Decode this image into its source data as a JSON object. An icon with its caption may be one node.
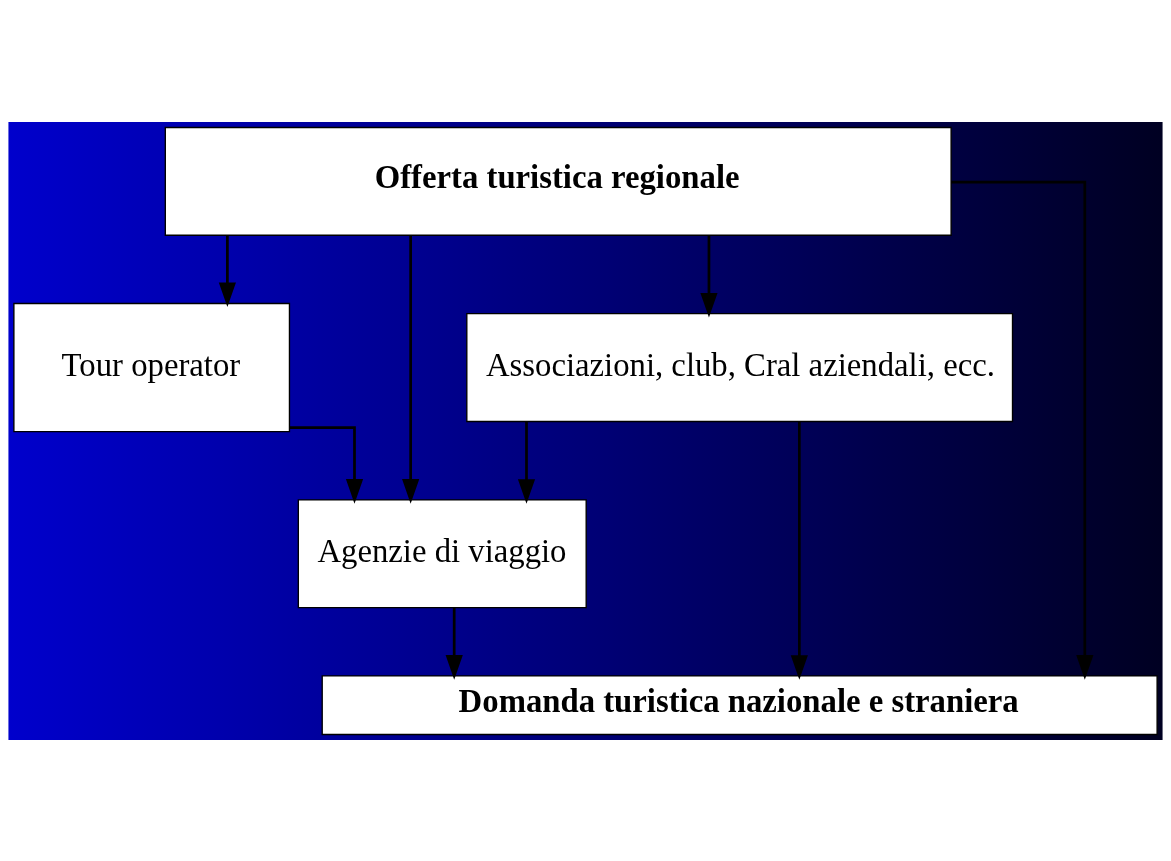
{
  "diagram": {
    "nodes": [
      {
        "text": [
          "Offerta turistica regionale"
        ]
      },
      {
        "text": [
          "Tour operator"
        ]
      },
      {
        "text": [
          "Associazioni, club, Cral aziendali, ecc."
        ]
      },
      {
        "text": [
          "Agenzie di viaggio"
        ]
      },
      {
        "text": [
          "Domanda turistica nazionale e straniera"
        ]
      }
    ],
    "edges": [
      {
        "from": 0,
        "to": 1,
        "arrow": "to"
      },
      {
        "from": 0,
        "to": 2,
        "arrow": "to"
      },
      {
        "from": 0,
        "to": 3,
        "arrow": "to"
      },
      {
        "from": 0,
        "to": 4,
        "arrow": "to"
      },
      {
        "from": 1,
        "to": 3,
        "arrow": "to"
      },
      {
        "from": 2,
        "to": 3,
        "arrow": "to"
      },
      {
        "from": 3,
        "to": 4,
        "arrow": "to"
      },
      {
        "from": 2,
        "to": 4,
        "arrow": "to"
      }
    ]
  }
}
